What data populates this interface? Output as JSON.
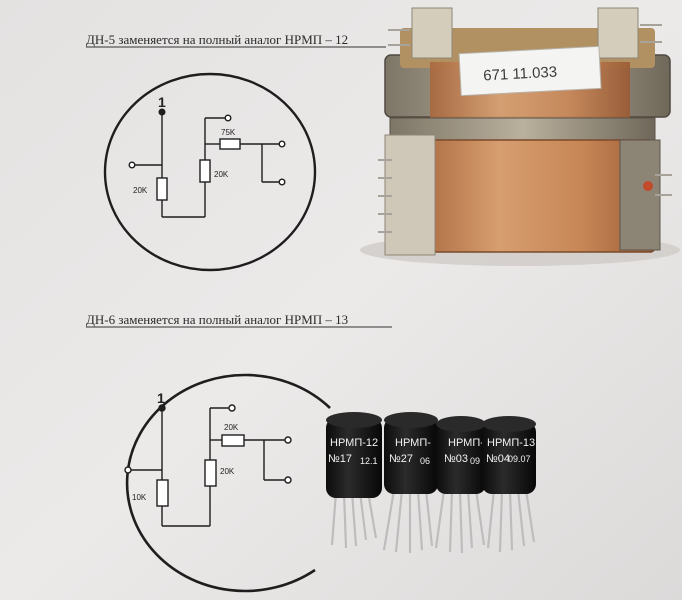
{
  "headings": {
    "top": "ДН-5 заменяется на полный аналог НРМП – 12",
    "bottom": "ДН-6 заменяется на полный аналог НРМП – 13"
  },
  "diagram_top": {
    "pin_label": "1",
    "resistors": [
      "20K",
      "75K",
      "20K"
    ]
  },
  "diagram_bottom": {
    "pin_label": "1",
    "resistors": [
      "10K",
      "20K",
      "20K"
    ]
  },
  "transformer": {
    "sticker_text": "671 11.033"
  },
  "components": [
    {
      "model": "НРМП-12",
      "number": "№17",
      "date": "12.1"
    },
    {
      "model": "НРМП-",
      "number": "№27",
      "date": "06"
    },
    {
      "model": "НРМП-1",
      "number": "№03",
      "date": "09"
    },
    {
      "model": "НРМП-13",
      "number": "№04",
      "date": "09.07"
    }
  ],
  "colors": {
    "paper": "#ebe9e8",
    "ink": "#1e1e1e",
    "copper_wrap": "#c98a5a",
    "component_body": "#141414"
  }
}
